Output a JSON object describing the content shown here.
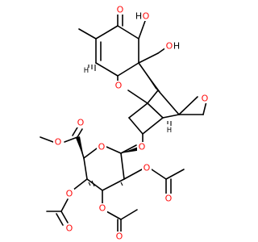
{
  "colors": {
    "oxygen": "#ff0d0d",
    "carbon": "#000000",
    "hydrogen": "#000000",
    "background": "#ffffff"
  },
  "labels": {
    "o_ketone": "O",
    "o_hydroxyl": "O",
    "h_hydroxyl": "H",
    "o_hydroxymethyl": "O",
    "h_hydroxymethyl": "H",
    "o_ring": "O",
    "h_stereo_left": "H",
    "h_stereo_right": "H",
    "o_epoxide": "O",
    "o_glycoside": "O",
    "o_pyranose": "O",
    "o_ester_carbonyl": "O",
    "o_ester_methoxy": "O",
    "o_acetyl_left_link": "O",
    "o_acetyl_left_carbonyl": "O",
    "o_acetyl_right_link": "O",
    "o_acetyl_right_carbonyl": "O",
    "o_acetyl_bottom_link": "O",
    "o_acetyl_bottom_carbonyl": "O"
  }
}
